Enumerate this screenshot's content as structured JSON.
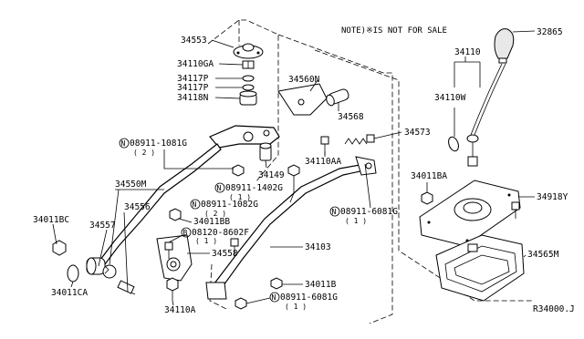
{
  "note": "NOTE)※IS NOT FOR SALE",
  "ref_code": "R34000.J",
  "labels": {
    "p32865": "32865",
    "p34110": "34110",
    "p34110W": "34110W",
    "p34553": "34553",
    "p34110GA": "34110GA",
    "p34117P_a": "34117P",
    "p34117P_b": "34117P",
    "p34118N": "34118N",
    "p34560N": "34560N",
    "p34568": "34568",
    "p34573": "34573",
    "p34110AA": "34110AA",
    "p34149": "34149",
    "n08911_1081G": "08911-1081G",
    "n08911_1081G_q": "( 2 )",
    "n08911_1402G": "08911-1402G",
    "n08911_1402G_q": "( 1 )",
    "n08911_1082G": "08911-1082G",
    "n08911_1082G_q": "( 2 )",
    "n08911_6081G_a": "08911-6081G",
    "n08911_6081G_a_q": "( 1 )",
    "p34011BA": "34011BA",
    "p34918Y": "34918Y",
    "p34550M": "34550M",
    "p34556": "34556",
    "p34557": "34557",
    "p34011BC": "34011BC",
    "p34011CA": "34011CA",
    "p34011BB": "34011BB",
    "b08120_8602F": "08120-8602F",
    "b08120_8602F_q": "( 1 )",
    "p34558": "34558",
    "p34103": "34103",
    "p34565M": "34565M",
    "p34011B": "34011B",
    "n08911_6081G_b": "08911-6081G",
    "n08911_6081G_b_q": "( 1 )",
    "p34110A": "34110A",
    "sym_N": "N",
    "sym_B": "B"
  }
}
